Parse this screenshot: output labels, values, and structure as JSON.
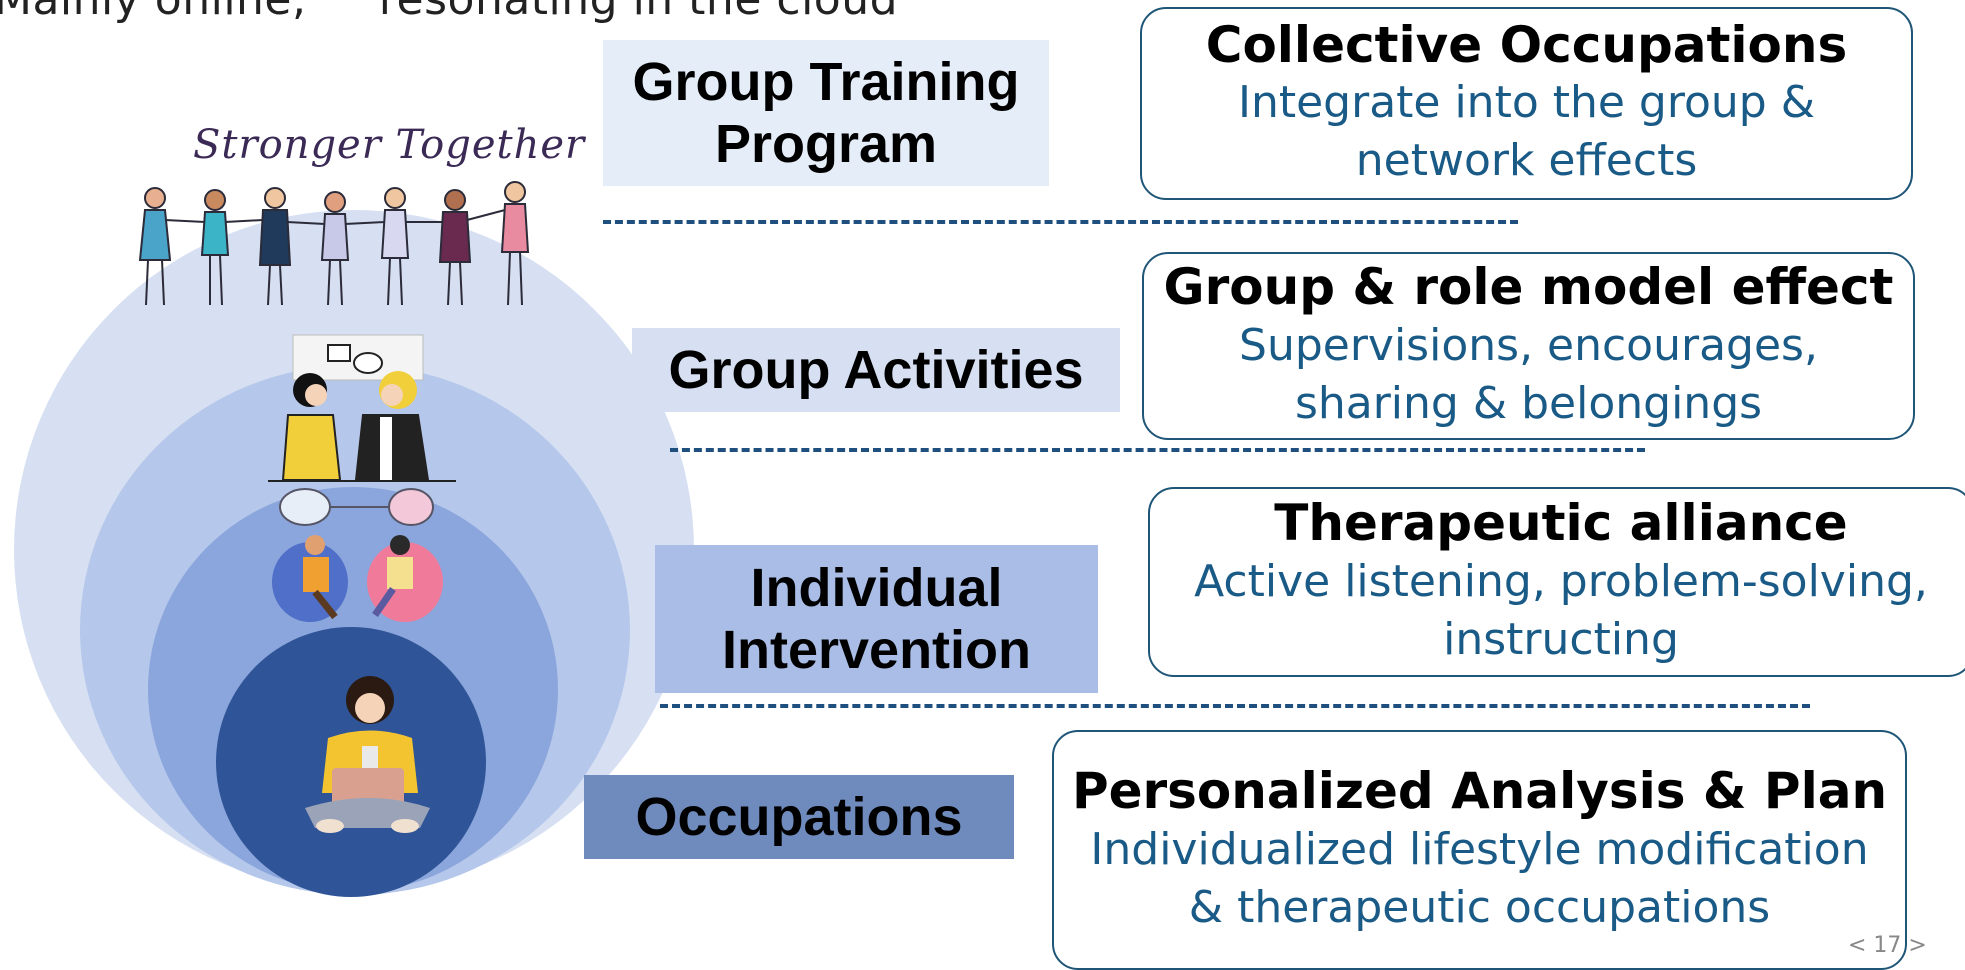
{
  "header": {
    "top_text": "Mainly online,     resonating in the cloud"
  },
  "illustration": {
    "caption": "Stronger Together"
  },
  "layers": [
    {
      "label_lines": [
        "Group Training",
        "Program"
      ]
    },
    {
      "label_lines": [
        "Group Activities"
      ]
    },
    {
      "label_lines": [
        "Individual",
        "Intervention"
      ]
    },
    {
      "label_lines": [
        "Occupations"
      ]
    }
  ],
  "boxes": [
    {
      "heading": "Collective Occupations",
      "sub_lines": [
        "Integrate into the group &",
        "network effects"
      ]
    },
    {
      "heading": "Group & role model effect",
      "sub_lines": [
        "Supervisions, encourages,",
        "sharing & belongings"
      ]
    },
    {
      "heading": "Therapeutic alliance",
      "sub_lines": [
        "Active listening, problem-solving,",
        "instructing"
      ]
    },
    {
      "heading": "Personalized Analysis & Plan",
      "sub_lines": [
        "Individualized lifestyle modification",
        "& therapeutic occupations"
      ]
    }
  ],
  "colors": {
    "outer_circle": "#d6e0f2",
    "second_circle": "#b5c7ea",
    "third_circle": "#8ba6dc",
    "inner_circle": "#2f5497",
    "box_border": "#1f5678",
    "sub_text": "#1a5a86",
    "dash": "#1f4f7f"
  },
  "icons": [
    "group-of-people-icon",
    "two-people-chatting-icon",
    "therapy-session-icon",
    "person-with-laptop-icon"
  ],
  "footer": {
    "page_number": "< 17 >"
  }
}
